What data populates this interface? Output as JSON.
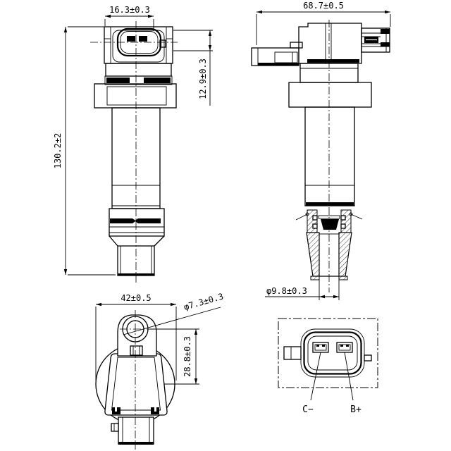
{
  "drawing": {
    "type": "engineering-drawing",
    "subject": "ignition-coil",
    "colors": {
      "line": "#000000",
      "background": "#ffffff"
    },
    "views": {
      "front": {
        "dims": {
          "connector_width": "16.3±0.3",
          "overall_height": "130.2±2",
          "head_height": "12.9±0.3"
        }
      },
      "side": {
        "dims": {
          "overall_length": "68.7±0.5",
          "bore_diameter": "φ9.8±0.3"
        }
      },
      "top": {
        "dims": {
          "body_diameter": "42±0.5",
          "hole_diameter": "φ7.3±0.3",
          "hole_to_center": "28.8±0.3"
        }
      },
      "connector_detail": {
        "terminals": {
          "left": "C−",
          "right": "B+"
        }
      }
    }
  }
}
